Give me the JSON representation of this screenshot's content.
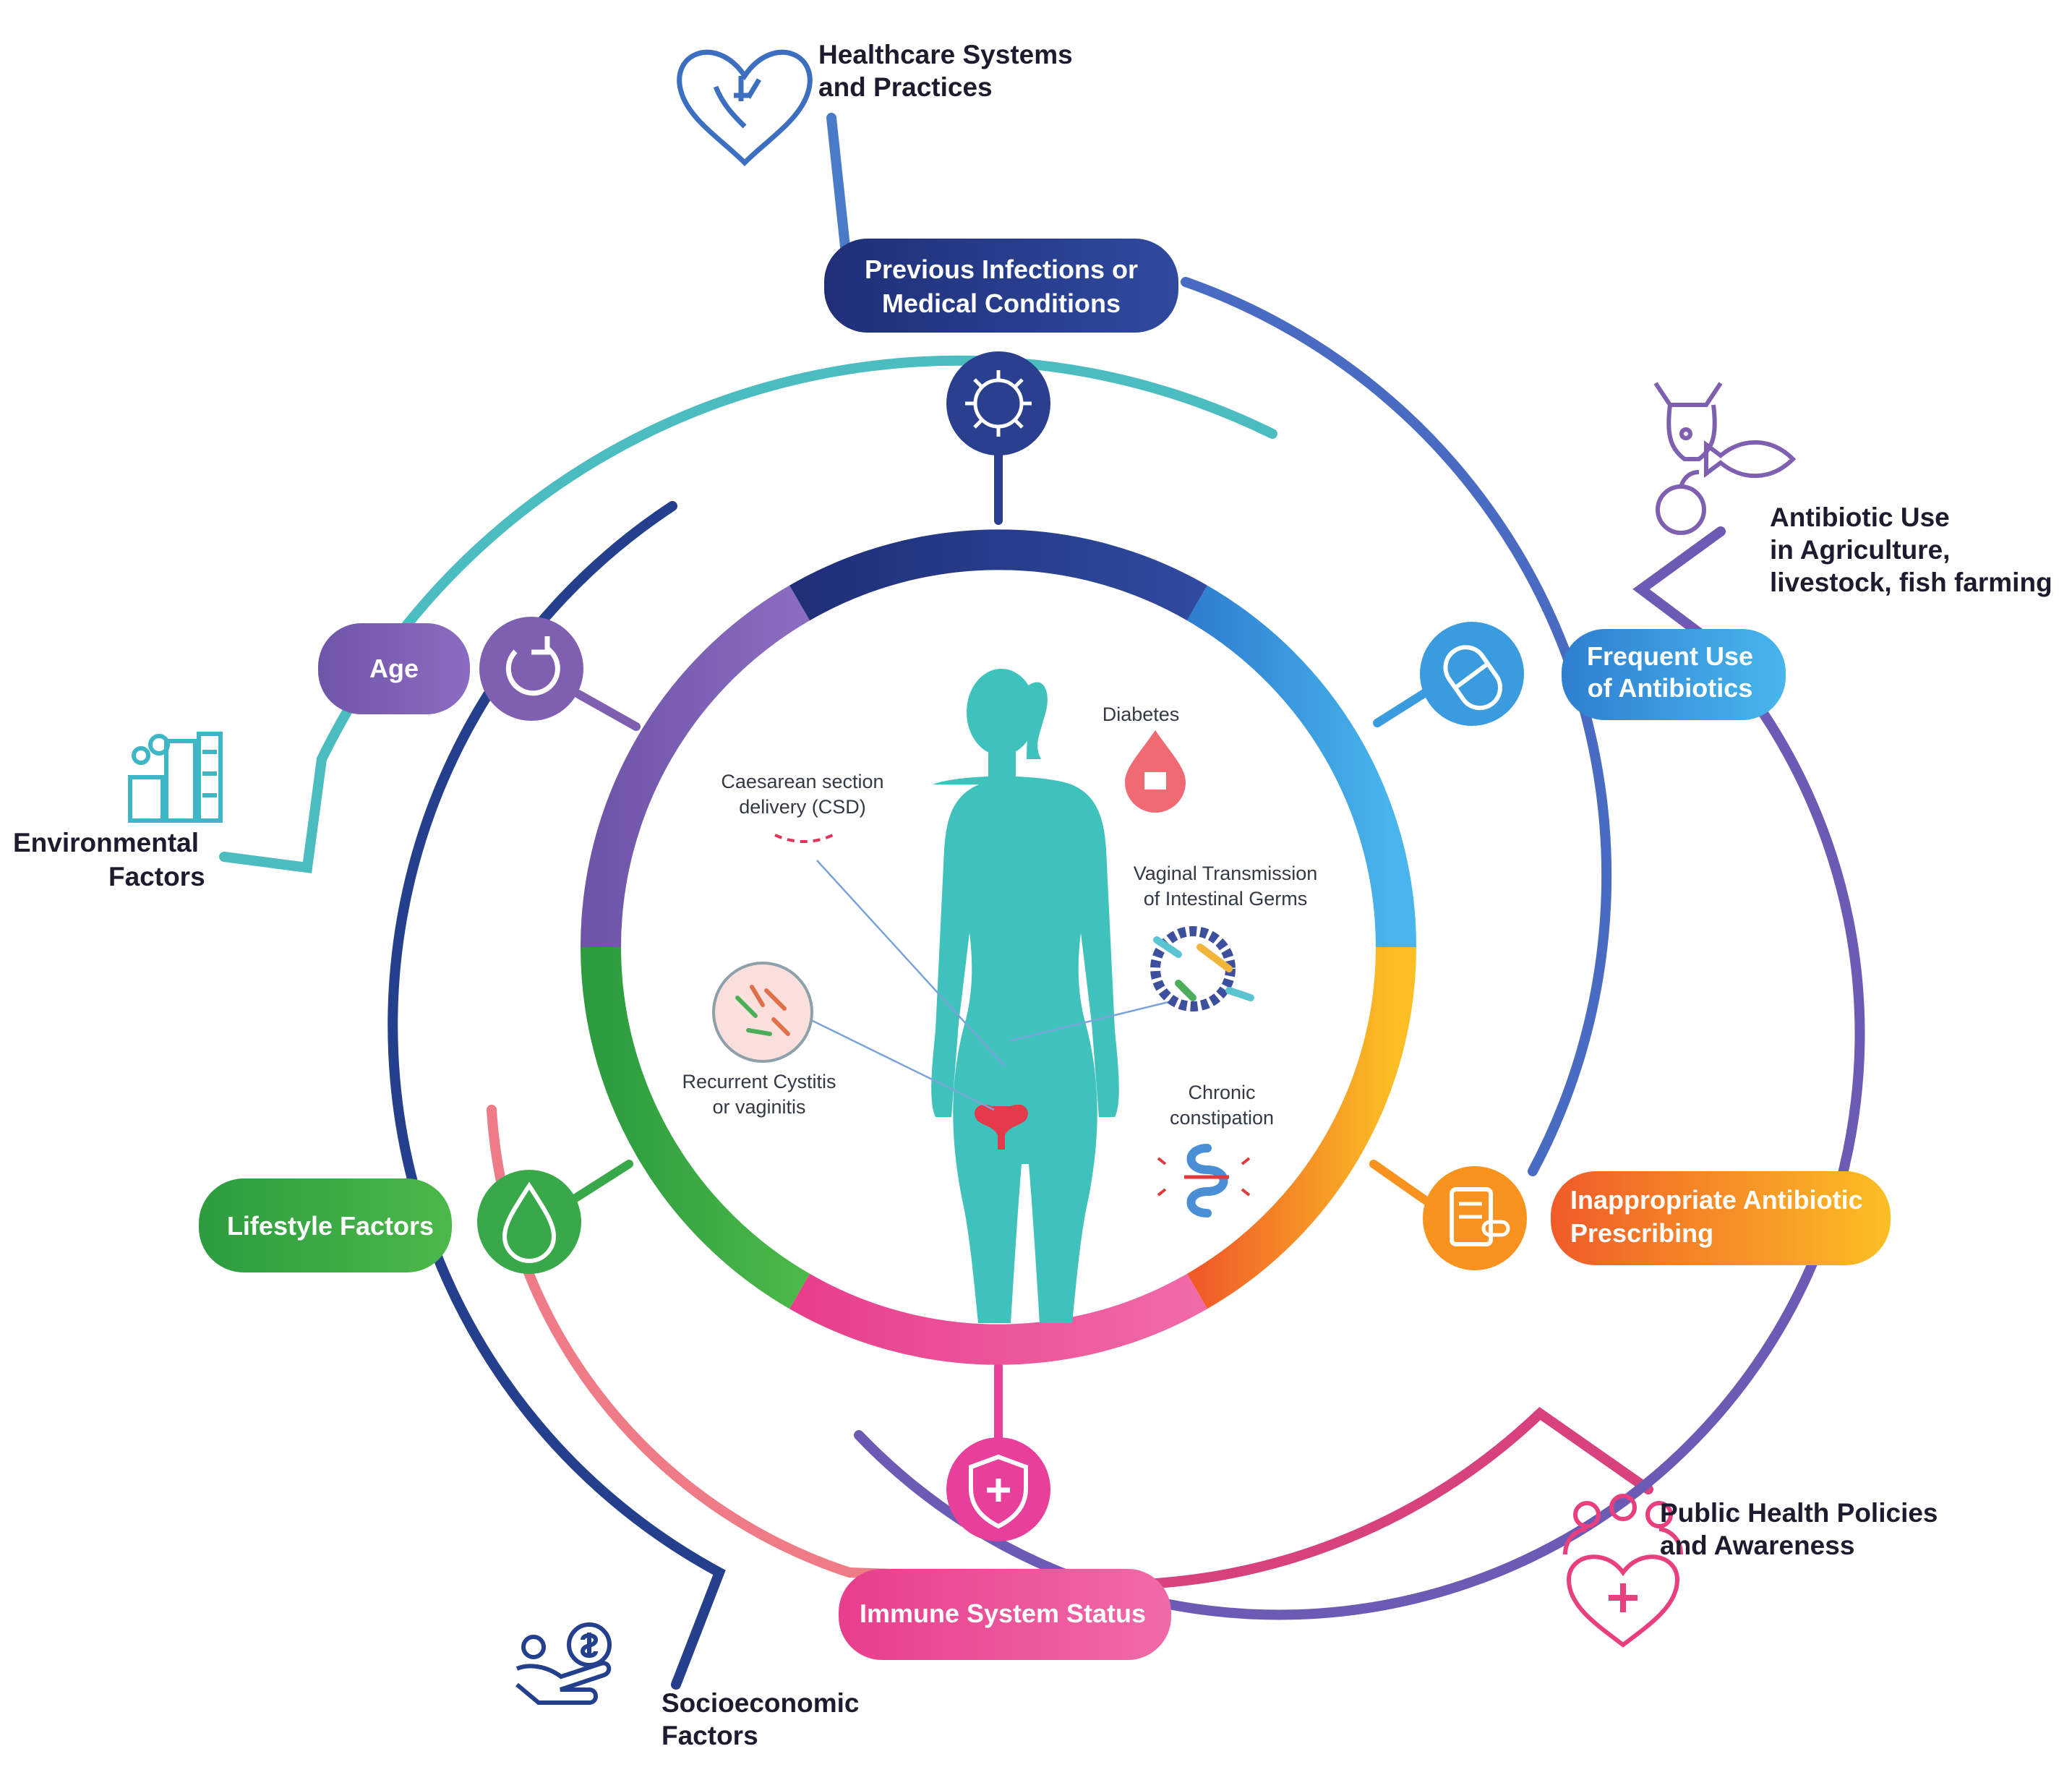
{
  "core": {
    "label": "Previous Infections or Medical Conditions",
    "label_lines": [
      "Previous Infections or",
      "Medical Conditions"
    ],
    "segments": [
      {
        "name": "Previous Infections or Medical Conditions",
        "color": "#2b3f8f"
      },
      {
        "name": "Frequent Use of Antibiotics",
        "color": "#3a8fd6"
      },
      {
        "name": "Inappropriate Antibiotic Prescribing",
        "color": "#f58a22"
      },
      {
        "name": "Immune System Status",
        "color": "#e8409a"
      },
      {
        "name": "Lifestyle Factors",
        "color": "#3aa945"
      },
      {
        "name": "Age",
        "color": "#7e5fb0"
      }
    ]
  },
  "factors": {
    "previous_infections": {
      "lines": [
        "Previous Infections or",
        "Medical Conditions"
      ],
      "icon": "virus-icon",
      "color": "#2b3f8f"
    },
    "frequent_use": {
      "lines": [
        "Frequent Use",
        "of Antibiotics"
      ],
      "icon": "pill-icon",
      "color": "#3a9bde"
    },
    "inappropriate": {
      "lines": [
        "Inappropriate Antibiotic",
        "Prescribing"
      ],
      "icon": "prescription-icon",
      "color": "#f7931e"
    },
    "immune": {
      "label": "Immune System Status",
      "icon": "shield-cross-icon",
      "color": "#e8409a"
    },
    "lifestyle": {
      "label": "Lifestyle Factors",
      "icon": "water-drop-icon",
      "color": "#39a84a"
    },
    "age": {
      "label": "Age",
      "icon": "cycle-arrow-icon",
      "color": "#7e5fb0"
    }
  },
  "external": {
    "healthcare": {
      "lines": [
        "Healthcare Systems",
        "and Practices"
      ],
      "icon": "heart-hand-icon"
    },
    "agriculture": {
      "lines": [
        "Antibiotic Use",
        "in Agriculture,",
        "livestock, fish farming"
      ],
      "icon": "cow-fish-apple-icon"
    },
    "environmental": {
      "lines": [
        "Environmental",
        "Factors"
      ],
      "icon": "factory-icon"
    },
    "public_health": {
      "lines": [
        "Public Health Policies",
        "and Awareness"
      ],
      "icon": "community-heart-icon"
    },
    "socioeconomic": {
      "lines": [
        "Socioeconomic",
        "Factors"
      ],
      "icon": "money-hand-icon"
    }
  },
  "body_labels": {
    "diabetes": "Diabetes",
    "csd": [
      "Caesarean section",
      "delivery (CSD)"
    ],
    "vaginal": [
      "Vaginal Transmission",
      "of Intestinal Germs"
    ],
    "cystitis": [
      "Recurrent Cystitis",
      "or vaginitis"
    ],
    "constipation": [
      "Chronic",
      "constipation"
    ]
  }
}
